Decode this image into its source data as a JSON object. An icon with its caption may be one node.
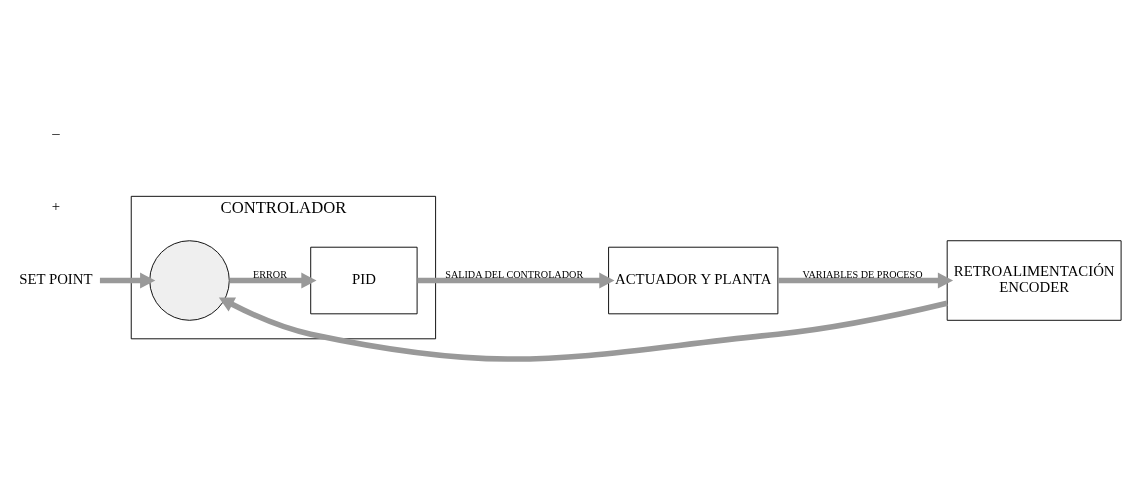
{
  "diagram": {
    "nodes": [
      {
        "text": [
          "CONTROLADOR"
        ]
      },
      {
        "text": [],
        "shape": "circle",
        "in": 0
      },
      {
        "text": [
          "PID"
        ],
        "in": 0
      },
      {
        "text": [
          "ACTUADOR Y PLANTA"
        ]
      },
      {
        "text": [
          "RETROALIMENTACIÓN",
          "ENCODER"
        ]
      },
      {
        "text": [
          "SET POINT"
        ]
      }
    ],
    "edges": [
      {
        "from": 5,
        "to": 1,
        "arrow": "to"
      },
      {
        "from": 1,
        "to": 2,
        "arrow": "to",
        "label": "ERROR"
      },
      {
        "from": 2,
        "to": 3,
        "arrow": "to",
        "label": "SALIDA DEL CONTROLADOR"
      },
      {
        "from": 3,
        "to": 4,
        "arrow": "to",
        "label": "VARIABLES DE PROCESO"
      },
      {
        "from": 4,
        "to": 1,
        "arrow": "to"
      }
    ],
    "labels": [
      "+",
      "–"
    ]
  }
}
